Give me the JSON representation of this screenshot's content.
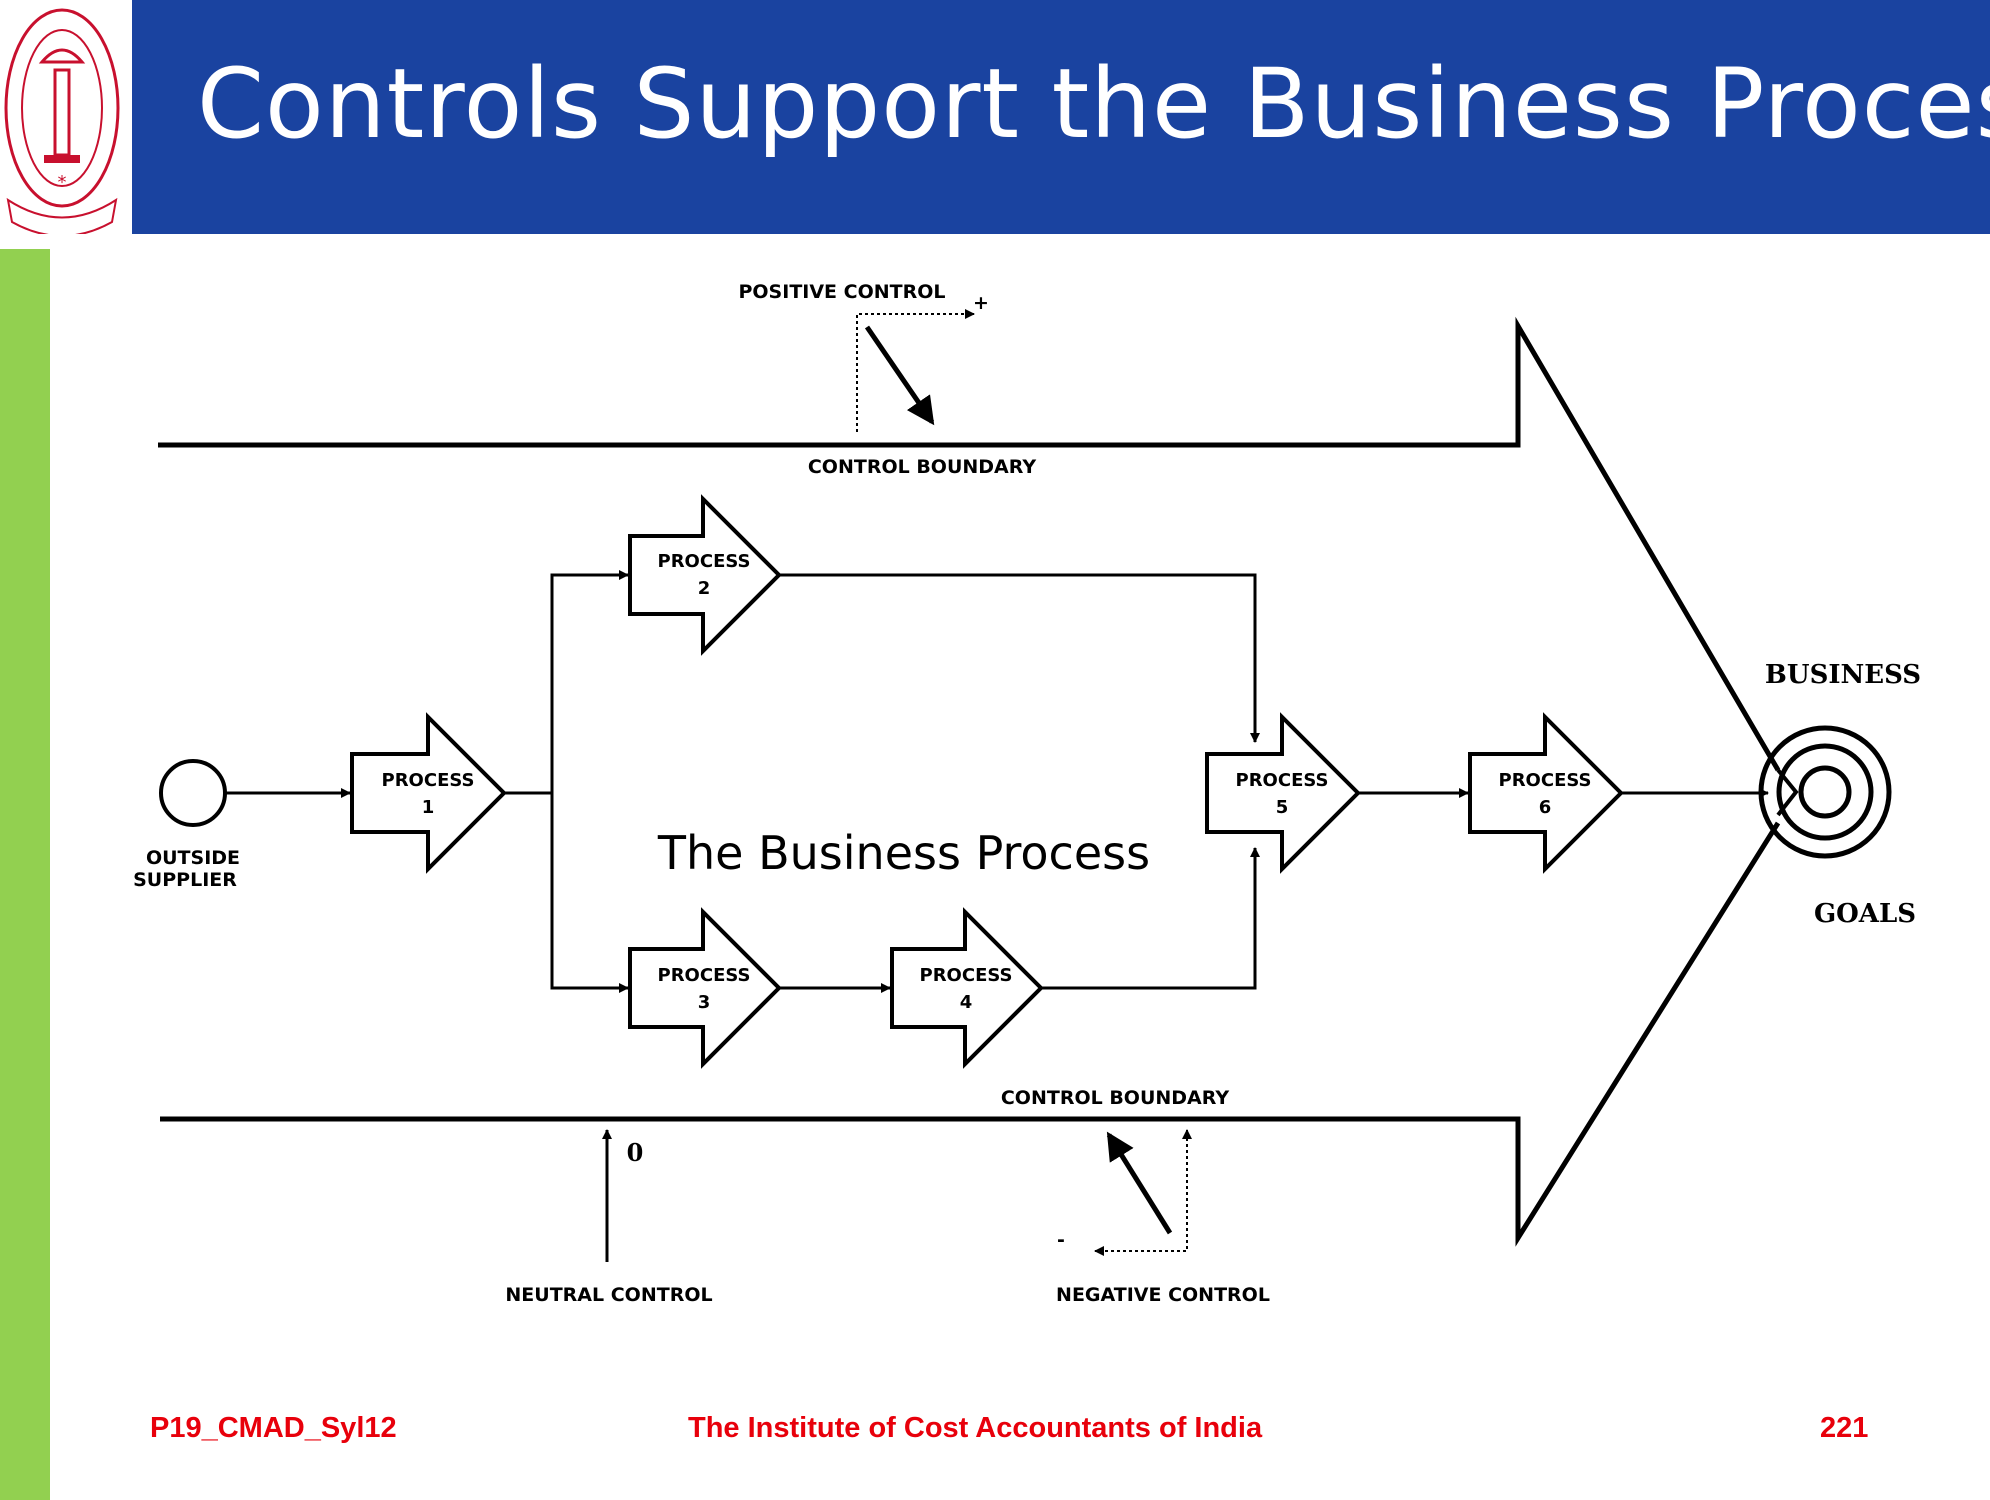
{
  "header": {
    "title": "Controls Support the Business Process",
    "logo_icon": "institute-of-cost-accountants-seal"
  },
  "diagram": {
    "caption": "The Business Process",
    "positive_control": "POSITIVE CONTROL",
    "positive_sign": "+",
    "control_boundary_top": "CONTROL BOUNDARY",
    "control_boundary_bottom": "CONTROL BOUNDARY",
    "neutral_control": "NEUTRAL CONTROL",
    "neutral_sign": "0",
    "negative_control": "NEGATIVE CONTROL",
    "negative_sign": "-",
    "outside_supplier_line1": "OUTSIDE",
    "outside_supplier_line2": "SUPPLIER",
    "business_label": "BUSINESS",
    "goals_label": "GOALS",
    "processes": [
      {
        "label": "PROCESS",
        "number": "1"
      },
      {
        "label": "PROCESS",
        "number": "2"
      },
      {
        "label": "PROCESS",
        "number": "3"
      },
      {
        "label": "PROCESS",
        "number": "4"
      },
      {
        "label": "PROCESS",
        "number": "5"
      },
      {
        "label": "PROCESS",
        "number": "6"
      }
    ]
  },
  "footer": {
    "code": "P19_CMAD_Syl12",
    "institute": "The Institute of Cost Accountants of India",
    "page_number": "221"
  },
  "colors": {
    "title_bar": "#1a43a0",
    "side_bar": "#92d050",
    "footer_text": "#e8000b"
  }
}
